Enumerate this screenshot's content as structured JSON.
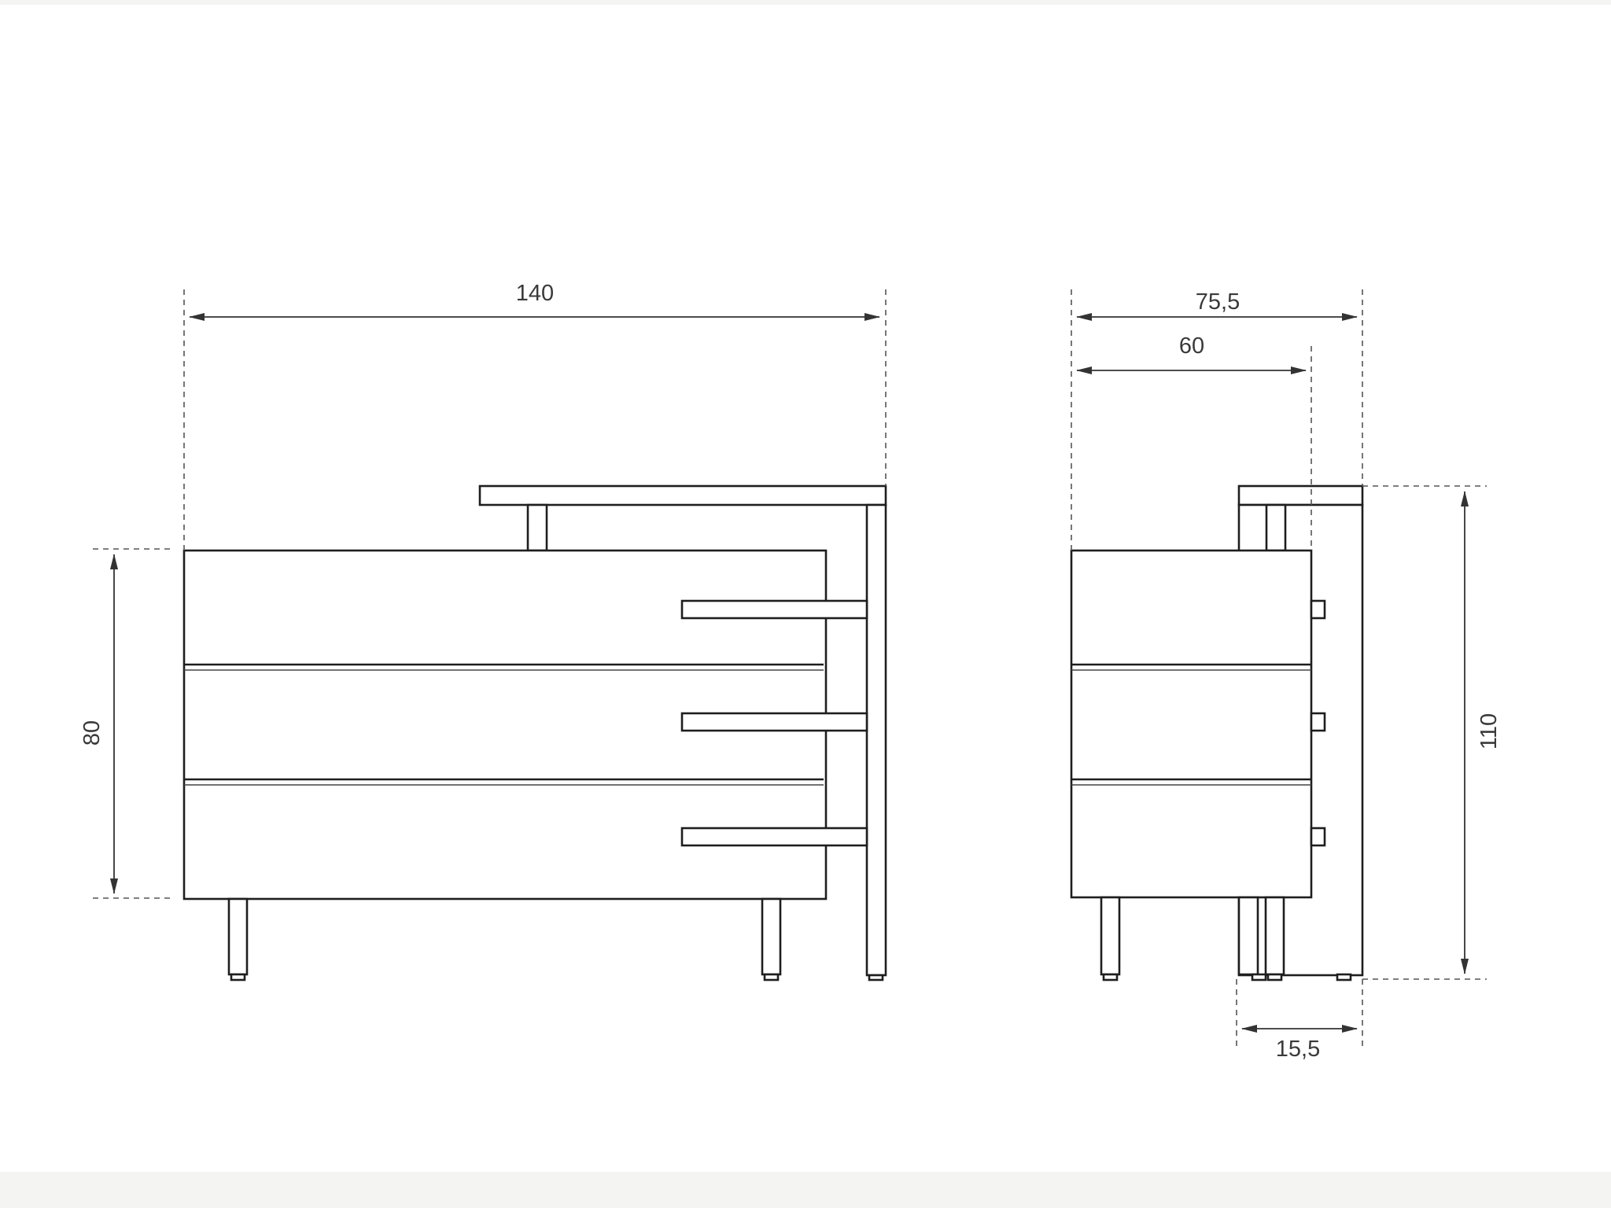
{
  "diagram": {
    "line_color": "#1e1e1e",
    "background": "#ffffff",
    "front_view": {
      "width_label": "140",
      "height_label": "80"
    },
    "side_view": {
      "overall_depth_label": "75,5",
      "body_depth_label": "60",
      "overall_height_label": "110",
      "shelf_depth_label": "15,5"
    }
  }
}
